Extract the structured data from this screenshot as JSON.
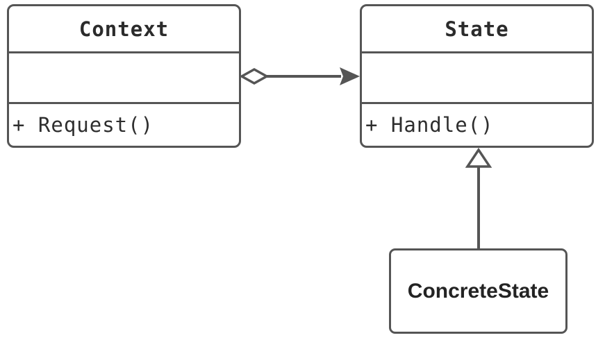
{
  "diagram": {
    "kind": "uml-class-diagram",
    "pattern": "State"
  },
  "classes": {
    "context": {
      "name": "Context",
      "attributes": "",
      "method": "+ Request()"
    },
    "state": {
      "name": "State",
      "attributes": "",
      "method": "+ Handle()"
    },
    "concrete_state": {
      "name": "ConcreteState"
    }
  },
  "relationships": [
    {
      "type": "aggregation",
      "from": "Context",
      "to": "State",
      "marker_from": "hollow-diamond",
      "marker_to": "filled-arrow"
    },
    {
      "type": "inheritance",
      "from": "ConcreteState",
      "to": "State",
      "marker_to": "hollow-triangle"
    }
  ],
  "colors": {
    "stroke": "#555555",
    "title_text": "#2b2b2b",
    "body_text": "#2e2e2e",
    "background": "#ffffff"
  }
}
